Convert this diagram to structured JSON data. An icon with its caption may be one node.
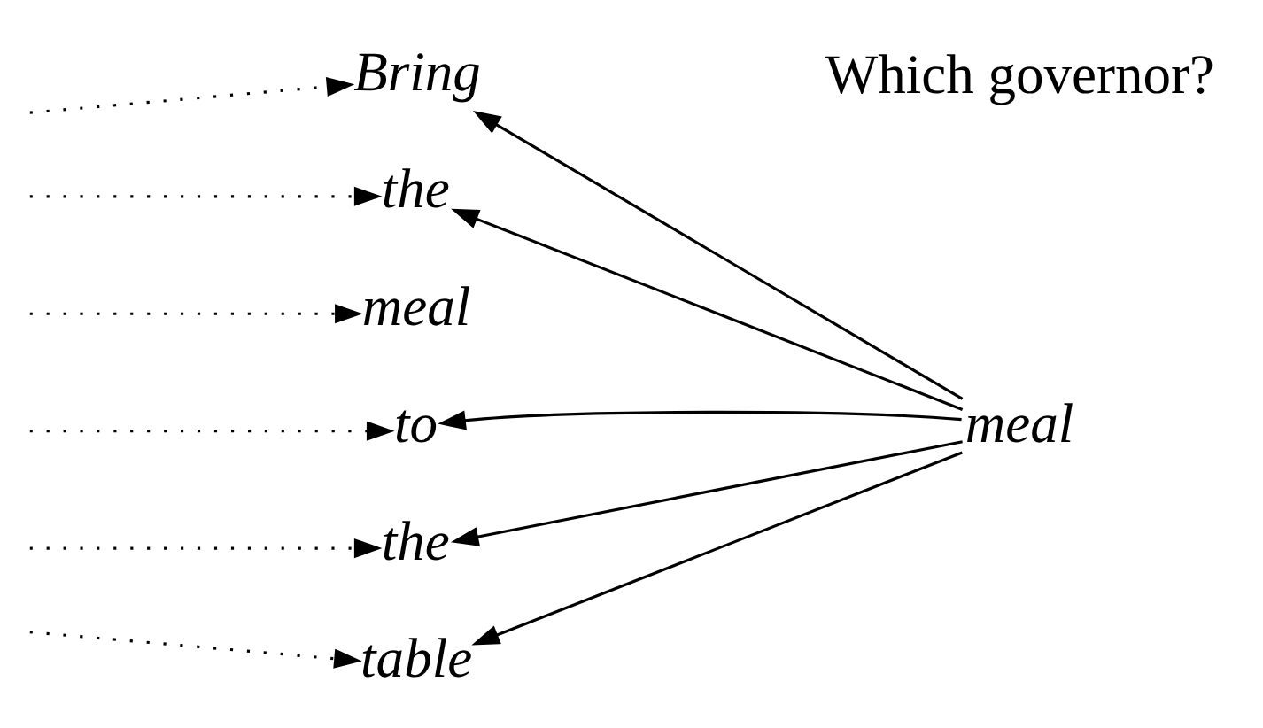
{
  "diagram": {
    "nodes": [
      {
        "text": [
          "Bring"
        ]
      },
      {
        "text": [
          "the"
        ]
      },
      {
        "text": [
          "meal"
        ]
      },
      {
        "text": [
          "to"
        ]
      },
      {
        "text": [
          "the"
        ]
      },
      {
        "text": [
          "table"
        ]
      },
      {
        "text": [
          "meal"
        ]
      }
    ],
    "edges": [
      {
        "from": null,
        "to": 0,
        "arrow": "to",
        "style": "dashed"
      },
      {
        "from": null,
        "to": 1,
        "arrow": "to",
        "style": "dashed"
      },
      {
        "from": null,
        "to": 2,
        "arrow": "to",
        "style": "dashed"
      },
      {
        "from": null,
        "to": 3,
        "arrow": "to",
        "style": "dashed"
      },
      {
        "from": null,
        "to": 4,
        "arrow": "to",
        "style": "dashed"
      },
      {
        "from": null,
        "to": 5,
        "arrow": "to",
        "style": "dashed"
      },
      {
        "from": 6,
        "to": 0,
        "arrow": "to"
      },
      {
        "from": 6,
        "to": 1,
        "arrow": "to"
      },
      {
        "from": 6,
        "to": 3,
        "arrow": "to"
      },
      {
        "from": 6,
        "to": 4,
        "arrow": "to"
      },
      {
        "from": 6,
        "to": 5,
        "arrow": "to"
      }
    ],
    "labels": [
      "Which governor?"
    ]
  }
}
